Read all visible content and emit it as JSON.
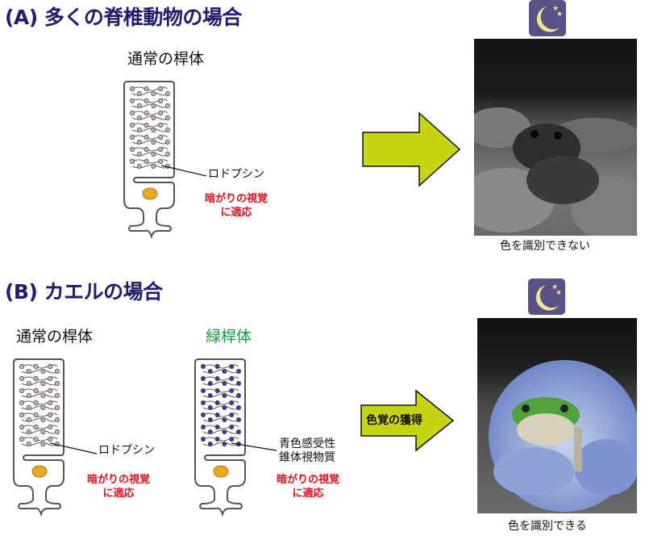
{
  "section_a": {
    "title": "(A) 多くの脊椎動物の場合",
    "rod_label": "通常の桿体",
    "pigment_label": "ロドプシン",
    "adaptation_line1": "暗がりの視覚",
    "adaptation_line2": "に適応",
    "caption": "色を識別できない"
  },
  "section_b": {
    "title": "(B) カエルの場合",
    "rod_label": "通常の桿体",
    "green_rod_label": "緑桿体",
    "pigment_label": "ロドプシン",
    "adaptation_line1": "暗がりの視覚",
    "adaptation_line2": "に適応",
    "green_pigment_line1": "青色感受性",
    "green_pigment_line2": "錐体視物質",
    "green_adaptation_line1": "暗がりの視覚",
    "green_adaptation_line2": "に適応",
    "arrow_label": "色覚の獲得",
    "caption": "色を識別できる"
  },
  "colors": {
    "title": "#1f1d6b",
    "arrow": "#c6d414",
    "moon_bg": "#5b5189",
    "moon": "#f4e58a",
    "rod_disc": "#c9b4b8",
    "green_rod_disc": "#3a3d9a",
    "green_text": "#1a9a3a",
    "red_text": "#e0101e"
  }
}
